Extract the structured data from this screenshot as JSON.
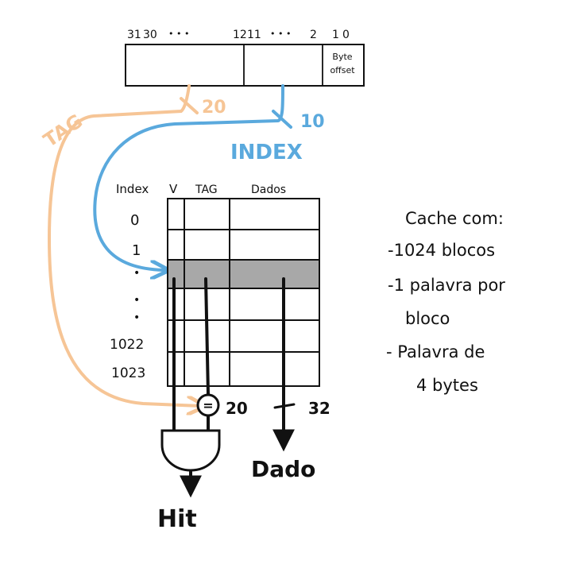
{
  "address": {
    "bit_labels": [
      "31",
      "30",
      "• • •",
      "12",
      "11",
      "• • •",
      "2",
      "1",
      "0"
    ],
    "byte_offset_label": [
      "Byte",
      "offset"
    ]
  },
  "arrows": {
    "tag_label": "TAG",
    "tag_width": "20",
    "index_label": "INDEX",
    "index_width": "10"
  },
  "table": {
    "headers": [
      "Index",
      "V",
      "TAG",
      "Dados"
    ],
    "row_labels": [
      "0",
      "1",
      "•",
      "•",
      "•",
      "1022",
      "1023"
    ]
  },
  "compare": {
    "symbol": "=",
    "width": "20",
    "data_width": "32"
  },
  "outputs": {
    "data": "Dado",
    "hit": "Hit"
  },
  "notes": [
    "Cache com:",
    "-1024 blocos",
    "-1 palavra por",
    "bloco",
    "- Palavra de",
    "4 bytes"
  ],
  "colors": {
    "ink": "#111111",
    "tag": "#f6c596",
    "index": "#5aa9dd",
    "selected_row": "#a8a8a8"
  }
}
